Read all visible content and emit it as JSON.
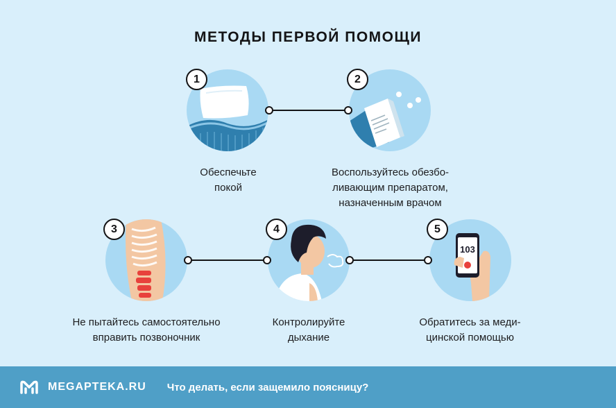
{
  "title": "МЕТОДЫ ПЕРВОЙ ПОМОЩИ",
  "steps": [
    {
      "number": "1",
      "label_lines": [
        "Обеспечьте",
        "покой"
      ]
    },
    {
      "number": "2",
      "label_lines": [
        "Воспользуйтесь обезбо-",
        "ливающим препаратом,",
        "назначенным врачом"
      ]
    },
    {
      "number": "3",
      "label_lines": [
        "Не пытайтесь самостоятельно",
        "вправить позвоночник"
      ]
    },
    {
      "number": "4",
      "label_lines": [
        "Контролируйте",
        "дыхание"
      ]
    },
    {
      "number": "5",
      "label_lines": [
        "Обратитесь за меди-",
        "цинской помощью"
      ]
    }
  ],
  "phone": {
    "screen_number": "103"
  },
  "footer": {
    "brand": "MEGAPTEKA.RU",
    "caption": "Что делать, если защемило поясницу?"
  },
  "colors": {
    "background": "#d9effb",
    "circle": "#a9d9f3",
    "footer": "#4f9fc7",
    "spine_accent": "#e8413c"
  },
  "icons": [
    "pillow-icon",
    "medicine-box-icon",
    "spine-icon",
    "breathing-person-icon",
    "phone-call-icon",
    "megapteka-logo-icon"
  ]
}
